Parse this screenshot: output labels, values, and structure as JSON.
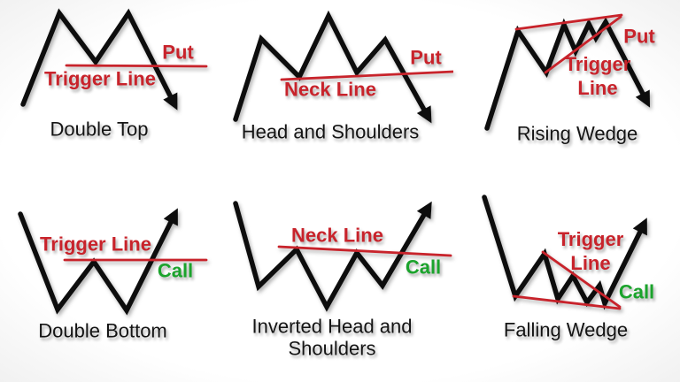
{
  "colors": {
    "pattern_line": "#0d0d0d",
    "trigger_line": "#c8232b",
    "put_text": "#c8232b",
    "call_text": "#1ba32c"
  },
  "panels": [
    {
      "id": "double-top",
      "caption": "Double Top",
      "line_label": "Trigger Line",
      "signal": "Put"
    },
    {
      "id": "head-and-shoulders",
      "caption": "Head and Shoulders",
      "line_label": "Neck Line",
      "signal": "Put"
    },
    {
      "id": "rising-wedge",
      "caption": "Rising Wedge",
      "line_label": "Trigger Line",
      "signal": "Put"
    },
    {
      "id": "double-bottom",
      "caption": "Double Bottom",
      "line_label": "Trigger Line",
      "signal": "Call"
    },
    {
      "id": "inverted-head-and-shoulders",
      "caption": "Inverted Head and Shoulders",
      "line_label": "Neck Line",
      "signal": "Call"
    },
    {
      "id": "falling-wedge",
      "caption": "Falling Wedge",
      "line_label": "Trigger Line",
      "signal": "Call"
    }
  ]
}
